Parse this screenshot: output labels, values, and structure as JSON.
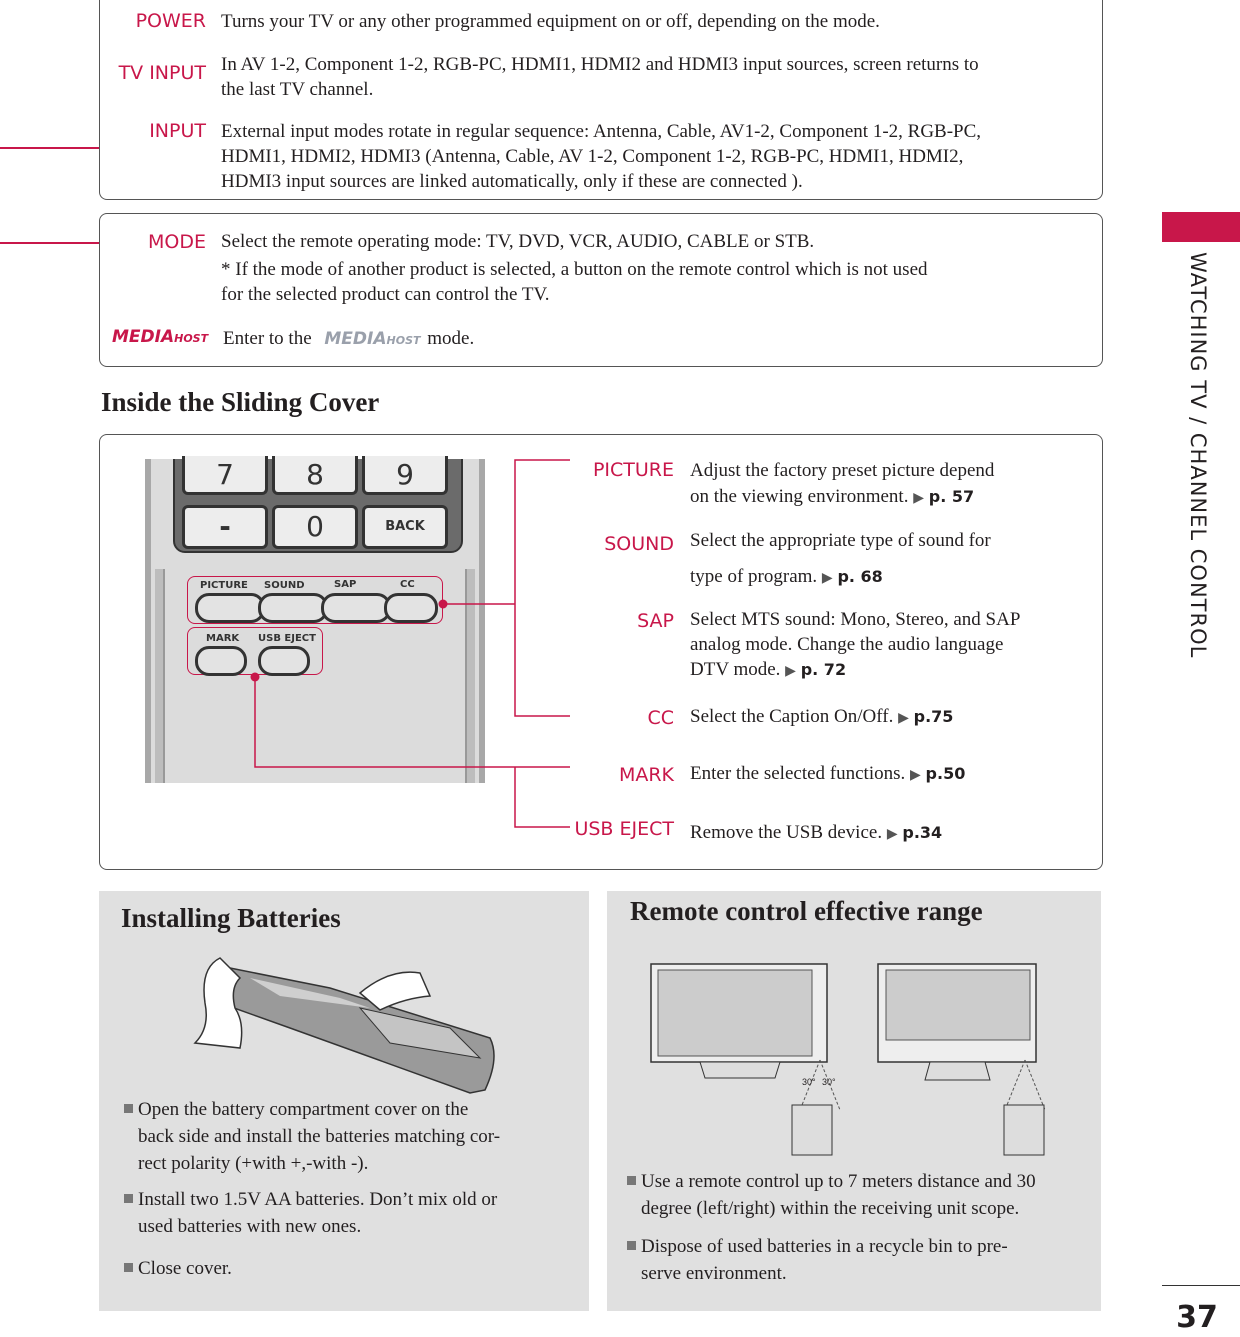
{
  "side_tab": {
    "title": "WATCHING TV / CHANNEL CONTROL",
    "color": "#c8174a"
  },
  "page_number": "37",
  "box1": {
    "items": [
      {
        "label": "POWER",
        "text": "Turns your TV or any other programmed equipment on or off, depending on the mode."
      },
      {
        "label": "TV INPUT",
        "line1": "In AV 1-2, Component 1-2, RGB-PC, HDMI1, HDMI2 and HDMI3 input sources, screen returns to",
        "line2": "the last TV channel."
      },
      {
        "label": "INPUT",
        "line1": "External input modes rotate in regular sequence: Antenna, Cable, AV1-2, Component 1-2, RGB-PC,",
        "line2": "HDMI1, HDMI2, HDMI3 (Antenna, Cable, AV 1-2, Component 1-2, RGB-PC, HDMI1, HDMI2,",
        "line3": "HDMI3 input sources are linked automatically, only if these are connected )."
      }
    ]
  },
  "box2": {
    "mode_label": "MODE",
    "mode_line1": "Select the remote operating mode: TV, DVD, VCR, AUDIO, CABLE or STB.",
    "mode_line2": "* If the mode of another product is selected, a button on the remote control which is not used",
    "mode_line3": "for the selected product can control the TV.",
    "mediahost_main": "MEDIA",
    "mediahost_small": "HOST",
    "mediahost_pre": "Enter to the",
    "mediahost_post": "mode."
  },
  "section_title": "Inside the Sliding Cover",
  "remote_keys": {
    "k7": "7",
    "k8": "8",
    "k9": "9",
    "dash": "-",
    "k0": "0",
    "back": "BACK",
    "picture": "PICTURE",
    "sound": "SOUND",
    "sap": "SAP",
    "cc": "CC",
    "mark": "MARK",
    "usb_eject": "USB EJECT"
  },
  "cover_items": [
    {
      "label": "PICTURE",
      "line1": "Adjust the factory preset picture depend",
      "line2": "on the viewing environment.",
      "ref": "p. 57"
    },
    {
      "label": "SOUND",
      "line1": "Select the appropriate type of sound for",
      "line2": "type of program.",
      "ref": "p. 68"
    },
    {
      "label": "SAP",
      "line1": "Select MTS sound: Mono, Stereo, and SAP",
      "line2": "analog mode. Change the audio language",
      "line3": "DTV mode.",
      "ref": "p. 72"
    },
    {
      "label": "CC",
      "line1": "Select the Caption On/Off.",
      "ref": "p.75"
    },
    {
      "label": "MARK",
      "line1": "Enter the selected functions.",
      "ref": "p.50"
    },
    {
      "label": "USB EJECT",
      "line1": "Remove the USB device.",
      "ref": "p.34"
    }
  ],
  "batteries": {
    "title": "Installing Batteries",
    "bullets": [
      {
        "l1": "Open the battery compartment cover on the",
        "l2": "back side and install the batteries matching cor-",
        "l3": "rect polarity (+with +,-with -)."
      },
      {
        "l1": "Install two 1.5V AA batteries. Don’t mix old or",
        "l2": "used batteries with new ones."
      },
      {
        "l1": "Close cover."
      }
    ]
  },
  "range": {
    "title": "Remote control effective range",
    "angle_left": "30°",
    "angle_right": "30°",
    "bullets": [
      {
        "l1": "Use a remote control up to 7 meters distance and 30",
        "l2": "degree (left/right) within the receiving unit scope."
      },
      {
        "l1": "Dispose of used batteries in a recycle bin to pre-",
        "l2": "serve environment."
      }
    ]
  },
  "colors": {
    "accent": "#c8174a",
    "panel_grey": "#e0e0e0",
    "border": "#555555"
  }
}
